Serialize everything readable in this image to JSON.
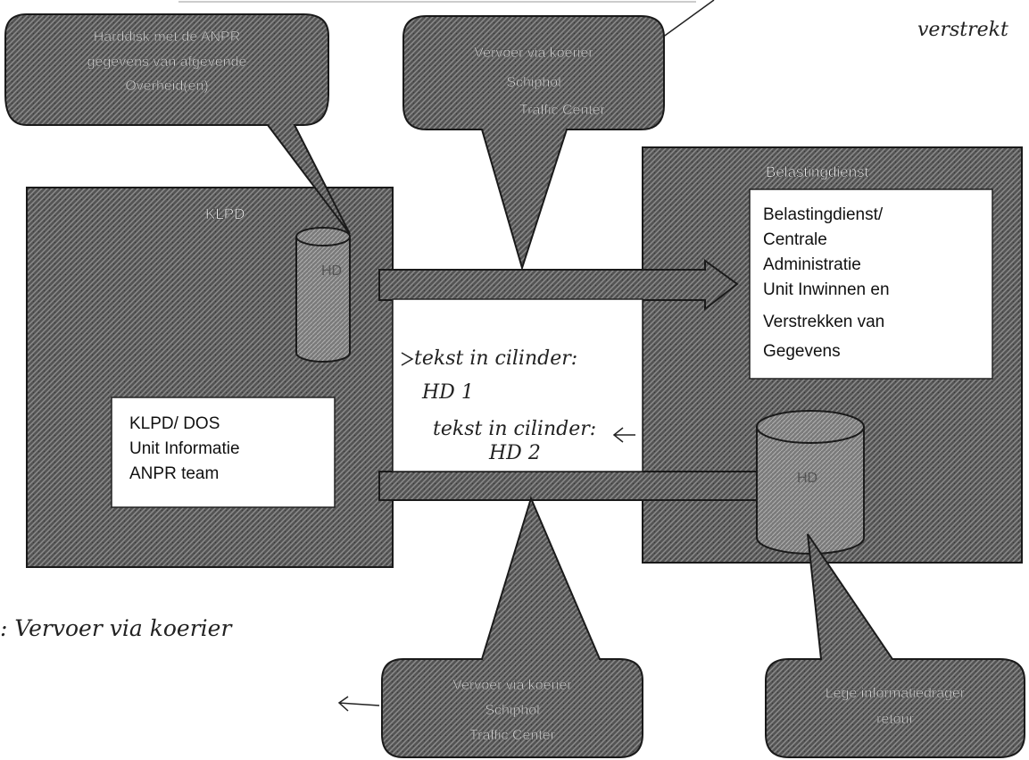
{
  "klpd": {
    "title": "KLPD",
    "unit_lines": [
      "KLPD/ DOS",
      "Unit Informatie",
      "ANPR team"
    ]
  },
  "belastingdienst": {
    "title": "Belastingdienst",
    "unit_lines": [
      "Belastingdienst/",
      "Centrale",
      "Administratie",
      "Unit Inwinnen en",
      "Verstrekken van",
      "Gegevens"
    ]
  },
  "cylinders": {
    "left_label": "HD",
    "right_label": "HD"
  },
  "bubbles": {
    "top_left": [
      "Harddisk met de ANPR",
      "gegevens van afgevende",
      "Overheid(en)"
    ],
    "top_center": [
      "Vervoer via koerier",
      "Schiphol",
      "Traffic Center"
    ],
    "bottom_center": [
      "Vervoer via koerier",
      "Schiphol",
      "Traffic Center"
    ],
    "bottom_right": [
      "Lege informatiedrager",
      "retour"
    ]
  },
  "handwriting": {
    "top_right": "verstrekt",
    "middle_lines": [
      "tekst in cilinder:",
      "HD 1",
      "tekst in cilinder:",
      "HD 2"
    ],
    "bottom_left": ": Vervoer via koerier"
  },
  "colors": {
    "hatch_dark": "#4a4a4a",
    "hatch_light": "#8a8a8a",
    "box_fill": "#ffffff",
    "outline": "#1a1a1a"
  }
}
